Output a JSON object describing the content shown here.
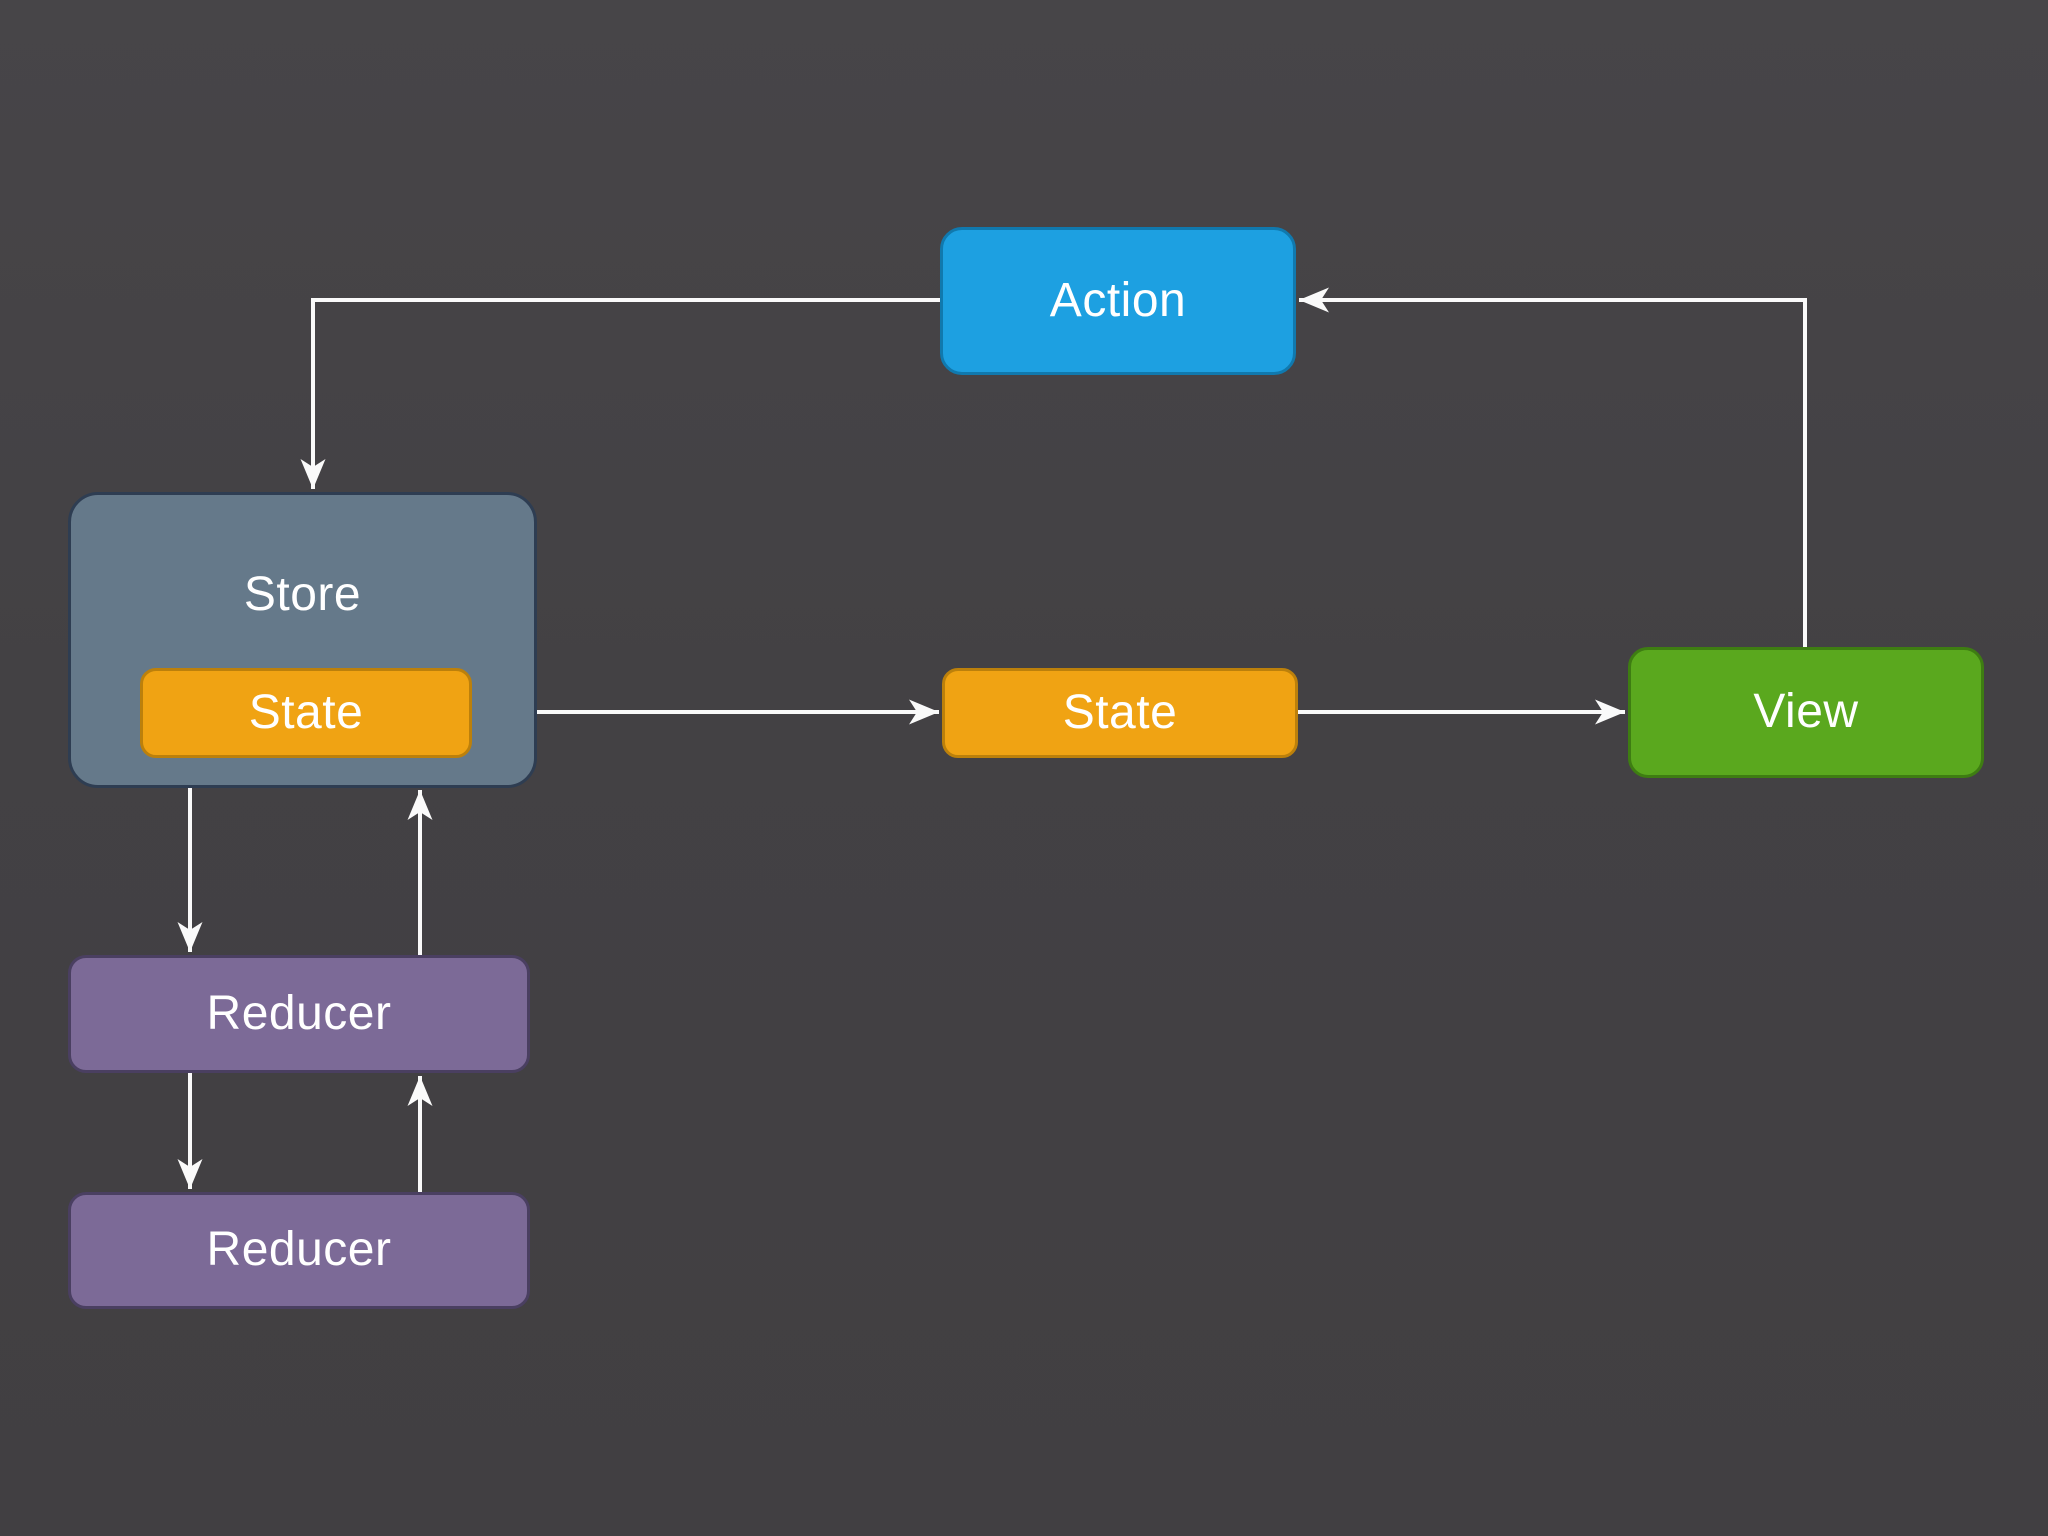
{
  "diagram": {
    "type": "flowchart",
    "description": "Redux one-way data flow diagram",
    "background_color": "#434144",
    "arrow_color": "#fafafa",
    "nodes": {
      "action": {
        "label": "Action",
        "fill": "#1da0e1",
        "border": "#1079ae",
        "text_color": "#ffffff"
      },
      "store": {
        "label": "Store",
        "fill": "#65798a",
        "border": "#2e3d52",
        "text_color": "#ffffff"
      },
      "store_state": {
        "label": "State",
        "fill": "#f0a313",
        "border": "#bc800b",
        "text_color": "#ffffff"
      },
      "state": {
        "label": "State",
        "fill": "#f0a313",
        "border": "#bc800b",
        "text_color": "#ffffff"
      },
      "view": {
        "label": "View",
        "fill": "#5aa81e",
        "border": "#3e7d12",
        "text_color": "#ffffff"
      },
      "reducer_1": {
        "label": "Reducer",
        "fill": "#7c6a97",
        "border": "#4a3f61",
        "text_color": "#ffffff"
      },
      "reducer_2": {
        "label": "Reducer",
        "fill": "#7c6a97",
        "border": "#4a3f61",
        "text_color": "#ffffff"
      }
    },
    "edges": [
      {
        "from": "action",
        "to": "store"
      },
      {
        "from": "store_state",
        "to": "state"
      },
      {
        "from": "state",
        "to": "view"
      },
      {
        "from": "view",
        "to": "action"
      },
      {
        "from": "store",
        "to": "reducer_1"
      },
      {
        "from": "reducer_1",
        "to": "store"
      },
      {
        "from": "reducer_1",
        "to": "reducer_2"
      },
      {
        "from": "reducer_2",
        "to": "reducer_1"
      }
    ]
  }
}
